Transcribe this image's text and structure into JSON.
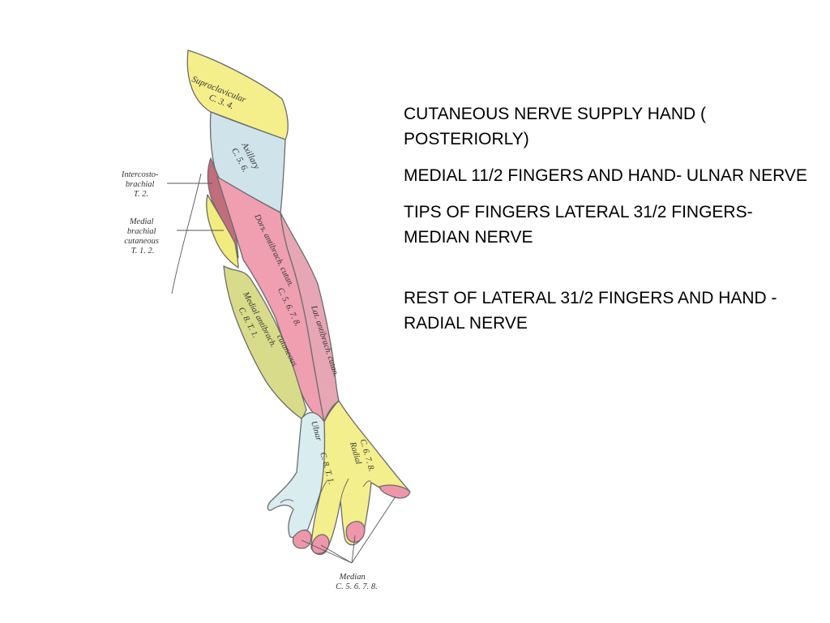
{
  "colors": {
    "supraclavicular": "#f4ef8a",
    "axillary": "#cfe3ea",
    "dorsal_antebrachial": "#ef9fb0",
    "lateral_antebrachial": "#e7a6b4",
    "medial_antebrachial": "#d8dc8a",
    "ulnar": "#d9ecef",
    "radial": "#f3ef8c",
    "median": "#ee97ab",
    "intercostobrachial": "#c26d7c",
    "medial_brachial": "#f2ec7f"
  },
  "diagram": {
    "supraclavicular": [
      "Supraclavicular",
      "C. 3. 4."
    ],
    "axillary": [
      "Axillary",
      "C. 5. 6."
    ],
    "intercostobrachial": [
      "Intercosto-",
      "brachial",
      "T. 2."
    ],
    "medial_brachial": [
      "Medial",
      "brachial",
      "cutaneous",
      "T. 1. 2."
    ],
    "dorsal": [
      "Dors.  antibrach.  cutan.",
      "C. 5. 6. 7. 8."
    ],
    "lateral": [
      "Lat.  antibrach.  cutan."
    ],
    "medial": [
      "Medial  antibrach.",
      "C. 8. T. 1.",
      "cutaneous"
    ],
    "ulnar": [
      "Ulnar",
      "C. 8. T. 1."
    ],
    "radial": [
      "Radial",
      "C. 6. 7. 8."
    ],
    "median": [
      "Median",
      "C. 5. 6. 7. 8."
    ]
  },
  "text": {
    "p1": "CUTANEOUS NERVE SUPPLY HAND ( POSTERIORLY)",
    "p2": "MEDIAL 11/2 FINGERS AND HAND- ULNAR NERVE",
    "p3": "TIPS OF FINGERS LATERAL 31/2 FINGERS- MEDIAN NERVE",
    "p4": "REST OF LATERAL 31/2 FINGERS AND HAND - RADIAL NERVE"
  }
}
